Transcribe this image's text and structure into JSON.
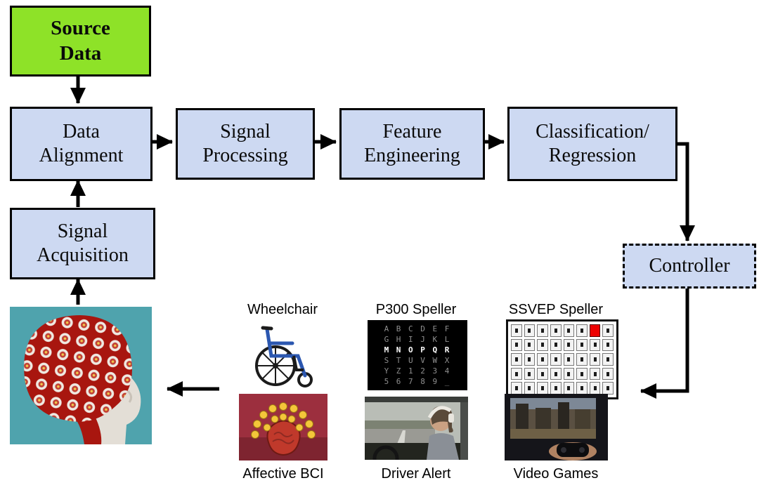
{
  "diagram_title": "BCI processing pipeline",
  "colors": {
    "source_box_bg": "#8ee228",
    "stage_box_bg": "#cdd9f2",
    "arrow": "#000000",
    "ssvep_highlight": "#ee0000"
  },
  "boxes": {
    "source_data": "Source\nData",
    "data_alignment": "Data\nAlignment",
    "signal_processing": "Signal\nProcessing",
    "feature_engineering": "Feature\nEngineering",
    "classification_regression": "Classification/\nRegression",
    "controller": "Controller",
    "signal_acquisition": "Signal\nAcquisition"
  },
  "applications": {
    "wheelchair": "Wheelchair",
    "p300_speller": "P300 Speller",
    "ssvep_speller": "SSVEP Speller",
    "affective_bci": "Affective BCI",
    "driver_alert": "Driver Alert",
    "video_games": "Video Games"
  },
  "p300_matrix": {
    "rows": [
      "A B C D E F",
      "G H I J K L",
      "M N O P Q R",
      "S T U V W X",
      "Y Z 1 2 3 4",
      "5 6 7 8 9 _"
    ],
    "highlighted_row": 2
  },
  "ssvep_grid": {
    "rows": 5,
    "cols": 8,
    "highlight": {
      "row": 0,
      "col": 6
    }
  }
}
